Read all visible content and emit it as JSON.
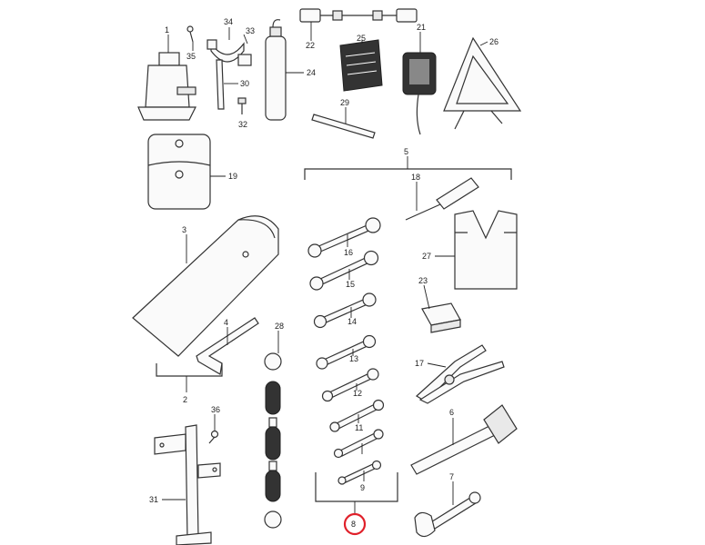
{
  "labels": {
    "p1": "1",
    "p2": "2",
    "p3": "3",
    "p4": "4",
    "p5": "5",
    "p6": "6",
    "p7": "7",
    "p8": "8",
    "p9": "9",
    "p11": "11",
    "p12": "12",
    "p13": "13",
    "p14": "14",
    "p15": "15",
    "p16": "16",
    "p17": "17",
    "p18": "18",
    "p19": "19",
    "p21": "21",
    "p22": "22",
    "p23": "23",
    "p24": "24",
    "p25": "25",
    "p26": "26",
    "p27": "27",
    "p28": "28",
    "p29": "29",
    "p30": "30",
    "p31": "31",
    "p32": "32",
    "p33": "33",
    "p34": "34",
    "p35": "35",
    "p36": "36"
  },
  "highlight": {
    "color": "#e0202a"
  }
}
